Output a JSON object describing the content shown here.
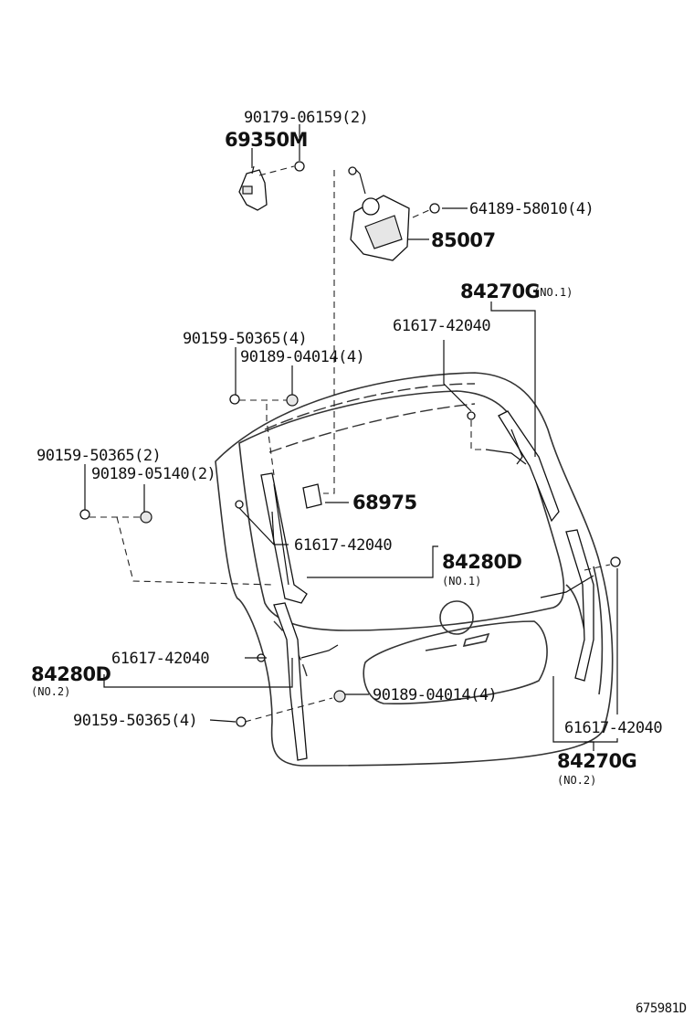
{
  "labels": {
    "p_9017906159": "90179-06159(2)",
    "p_69350M": "69350M",
    "p_6418958010": "64189-58010(4)",
    "p_85007": "85007",
    "p_84270G_1": "84270G",
    "p_84270G_1_no": "(NO.1)",
    "p_6161742040_a": "61617-42040",
    "p_9015950365_a": "90159-50365(4)",
    "p_9018904014_a": "90189-04014(4)",
    "p_9015950365_b": "90159-50365(2)",
    "p_9018905140": "90189-05140(2)",
    "p_68975": "68975",
    "p_6161742040_b": "61617-42040",
    "p_84280D_1": "84280D",
    "p_84280D_1_no": "(NO.1)",
    "p_6161742040_c": "61617-42040",
    "p_84280D_2": "84280D",
    "p_84280D_2_no": "(NO.2)",
    "p_9018904014_b": "90189-04014(4)",
    "p_9015950365_c": "90159-50365(4)",
    "p_6161742040_d": "61617-42040",
    "p_84270G_2": "84270G",
    "p_84270G_2_no": "(NO.2)",
    "diagram_id": "675981D"
  },
  "icons": [
    "bolt-icon",
    "clip-icon",
    "bracket-icon",
    "motor-icon",
    "wire-harness-icon",
    "switch-icon"
  ]
}
